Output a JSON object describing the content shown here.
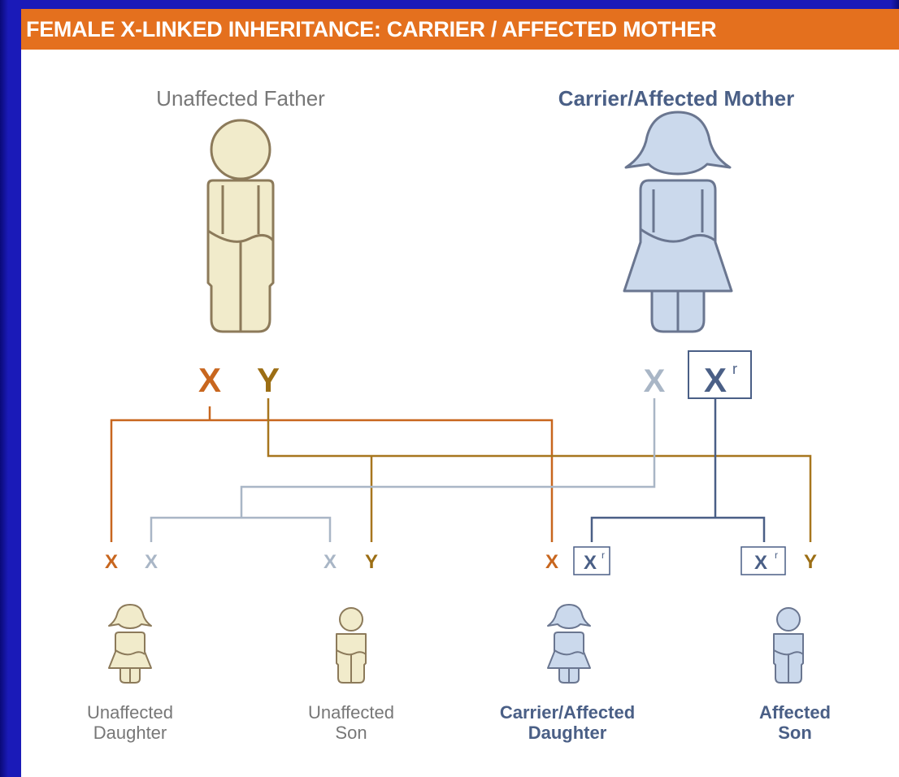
{
  "banner": {
    "title": "FEMALE X-LINKED INHERITANCE: CARRIER / AFFECTED MOTHER"
  },
  "parents": {
    "father": {
      "label": "Unaffected Father",
      "alleles": [
        "X",
        "Y"
      ]
    },
    "mother": {
      "label": "Carrier/Affected Mother",
      "alleles": [
        "X",
        "X",
        "r"
      ]
    }
  },
  "children": [
    {
      "label_line1": "Unaffected",
      "label_line2": "Daughter",
      "alleles": [
        "X",
        "X"
      ]
    },
    {
      "label_line1": "Unaffected",
      "label_line2": "Son",
      "alleles": [
        "X",
        "Y"
      ]
    },
    {
      "label_line1": "Carrier/Affected",
      "label_line2": "Daughter",
      "alleles": [
        "X",
        "X",
        "r"
      ]
    },
    {
      "label_line1": "Affected",
      "label_line2": "Son",
      "alleles": [
        "X",
        "r",
        "Y"
      ]
    }
  ],
  "colors": {
    "father_allele": "#c8661e",
    "father_y": "#9c6e14",
    "mother_normal_allele": "#a9b6c6",
    "mother_affected_allele": "#4a5f86",
    "affected_label": "#4a5f86",
    "unaffected_label": "#777777",
    "tan_fill": "#f1ebcb",
    "blue_fill": "#cbd9ec"
  }
}
